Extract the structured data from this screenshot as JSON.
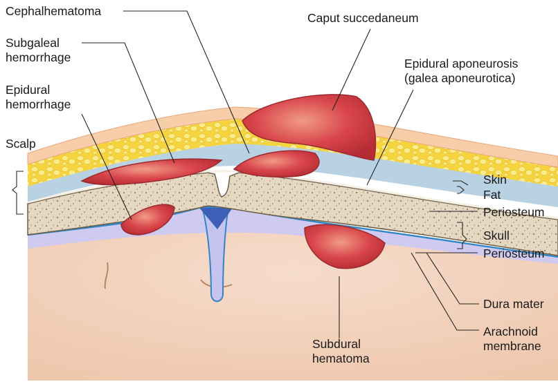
{
  "labels": {
    "cephalhematoma": "Cephalhematoma",
    "subgaleal_1": "Subgaleal",
    "subgaleal_2": "hemorrhage",
    "epidural_1": "Epidural",
    "epidural_2": "hemorrhage",
    "scalp": "Scalp",
    "caput": "Caput succedaneum",
    "aponeurosis_1": "Epidural aponeurosis",
    "aponeurosis_2": "(galea aponeurotica)",
    "skin": "Skin",
    "fat": "Fat",
    "periosteum_outer": "Periosteum",
    "skull": "Skull",
    "periosteum_inner": "Periosteum",
    "dura": "Dura mater",
    "arachnoid_1": "Arachnoid",
    "arachnoid_2": "membrane",
    "subdural_1": "Subdural",
    "subdural_2": "hematoma"
  },
  "colors": {
    "skin": "#f7c9a6",
    "fat": "#f6d84a",
    "galea": "#b9d2e3",
    "bone": "#e3d6c0",
    "hemorrhage": "#d8454a",
    "dura": "#2f86c7",
    "brain": "#f3d2bf",
    "csf": "#c9c6ee"
  }
}
